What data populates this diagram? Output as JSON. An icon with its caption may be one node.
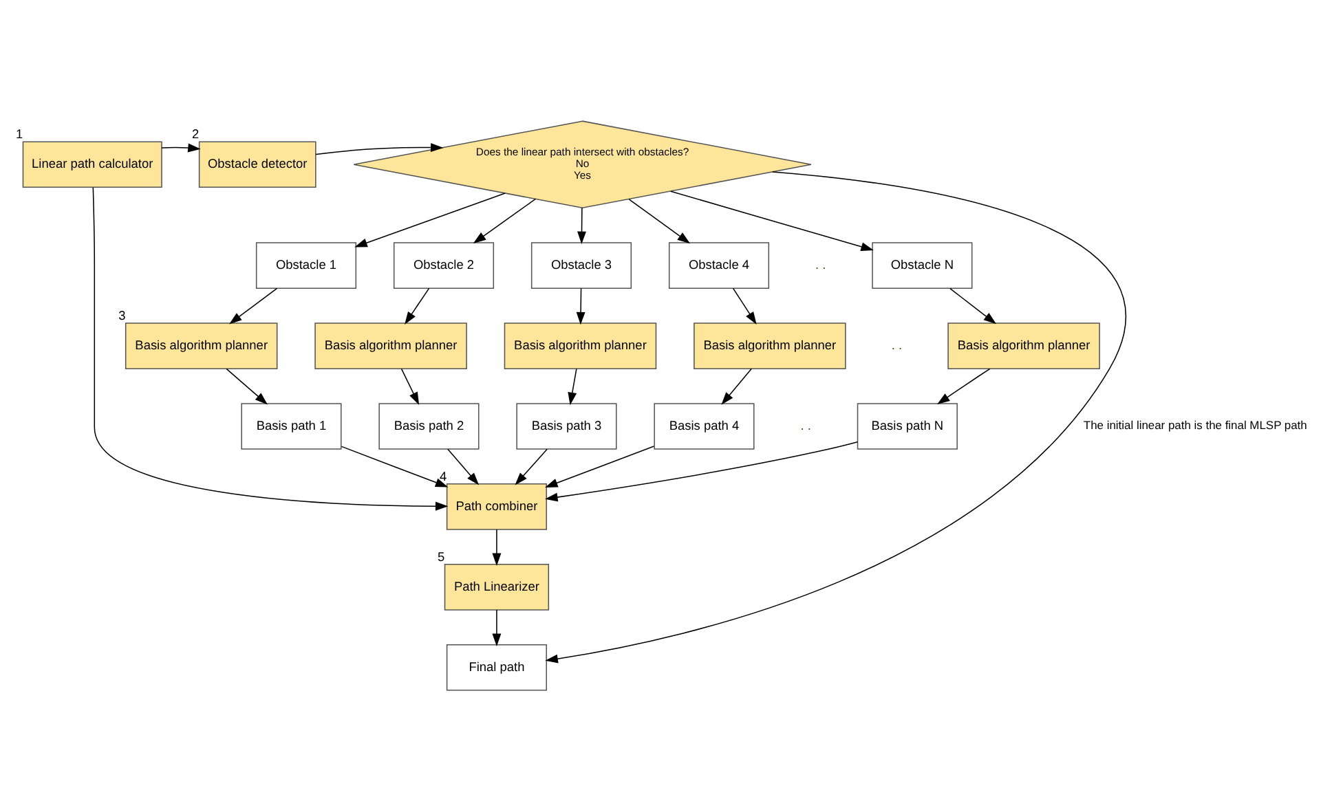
{
  "diagram": {
    "nodes": [
      {
        "text": [
          "Linear path calculator"
        ],
        "beside": [
          "1"
        ]
      },
      {
        "text": [
          "Obstacle detector"
        ],
        "beside": [
          "2"
        ]
      },
      {
        "text": [
          "Does the linear path intersect with obstacles?",
          "No",
          "Yes"
        ]
      },
      {
        "text": [
          "Obstacle 1"
        ]
      },
      {
        "text": [
          "Obstacle 2"
        ]
      },
      {
        "text": [
          "Obstacle 3"
        ]
      },
      {
        "text": [
          "Obstacle 4"
        ]
      },
      {
        "text": [
          "Obstacle N"
        ]
      },
      {
        "text": [
          "Basis algorithm planner"
        ],
        "beside": [
          "3"
        ]
      },
      {
        "text": [
          "Basis algorithm planner"
        ]
      },
      {
        "text": [
          "Basis algorithm planner"
        ]
      },
      {
        "text": [
          "Basis algorithm planner"
        ]
      },
      {
        "text": [
          "Basis algorithm planner"
        ]
      },
      {
        "text": [
          "Basis path 1"
        ]
      },
      {
        "text": [
          "Basis path 2"
        ]
      },
      {
        "text": [
          "Basis path 3"
        ]
      },
      {
        "text": [
          "Basis path 4"
        ]
      },
      {
        "text": [
          "Basis path N"
        ]
      },
      {
        "text": [
          "Path combiner"
        ],
        "beside": [
          "4"
        ]
      },
      {
        "text": [
          "Path Linearizer"
        ],
        "beside": [
          "5"
        ]
      },
      {
        "text": [
          "Final path"
        ]
      }
    ],
    "edges": [
      {
        "from": 0,
        "to": 1,
        "arrow": "to"
      },
      {
        "from": 1,
        "to": 2,
        "arrow": "to"
      },
      {
        "from": 2,
        "to": 3,
        "arrow": "to"
      },
      {
        "from": 2,
        "to": 4,
        "arrow": "to"
      },
      {
        "from": 2,
        "to": 5,
        "arrow": "to"
      },
      {
        "from": 2,
        "to": 6,
        "arrow": "to"
      },
      {
        "from": 2,
        "to": 7,
        "arrow": "to"
      },
      {
        "from": 3,
        "to": 8,
        "arrow": "to"
      },
      {
        "from": 4,
        "to": 9,
        "arrow": "to"
      },
      {
        "from": 5,
        "to": 10,
        "arrow": "to"
      },
      {
        "from": 6,
        "to": 11,
        "arrow": "to"
      },
      {
        "from": 7,
        "to": 12,
        "arrow": "to"
      },
      {
        "from": 8,
        "to": 13,
        "arrow": "to"
      },
      {
        "from": 9,
        "to": 14,
        "arrow": "to"
      },
      {
        "from": 10,
        "to": 15,
        "arrow": "to"
      },
      {
        "from": 11,
        "to": 16,
        "arrow": "to"
      },
      {
        "from": 12,
        "to": 17,
        "arrow": "to"
      },
      {
        "from": 0,
        "to": 18,
        "arrow": "to"
      },
      {
        "from": 13,
        "to": 18,
        "arrow": "to"
      },
      {
        "from": 14,
        "to": 18,
        "arrow": "to"
      },
      {
        "from": 15,
        "to": 18,
        "arrow": "to"
      },
      {
        "from": 16,
        "to": 18,
        "arrow": "to"
      },
      {
        "from": 17,
        "to": 18,
        "arrow": "to"
      },
      {
        "from": 18,
        "to": 19,
        "arrow": "to"
      },
      {
        "from": 19,
        "to": 20,
        "arrow": "to"
      },
      {
        "from": 2,
        "to": 20,
        "arrow": "to",
        "label": "The initial linear path is the final MLSP path"
      }
    ],
    "labels": [
      ". .",
      ". .",
      ". ."
    ]
  }
}
